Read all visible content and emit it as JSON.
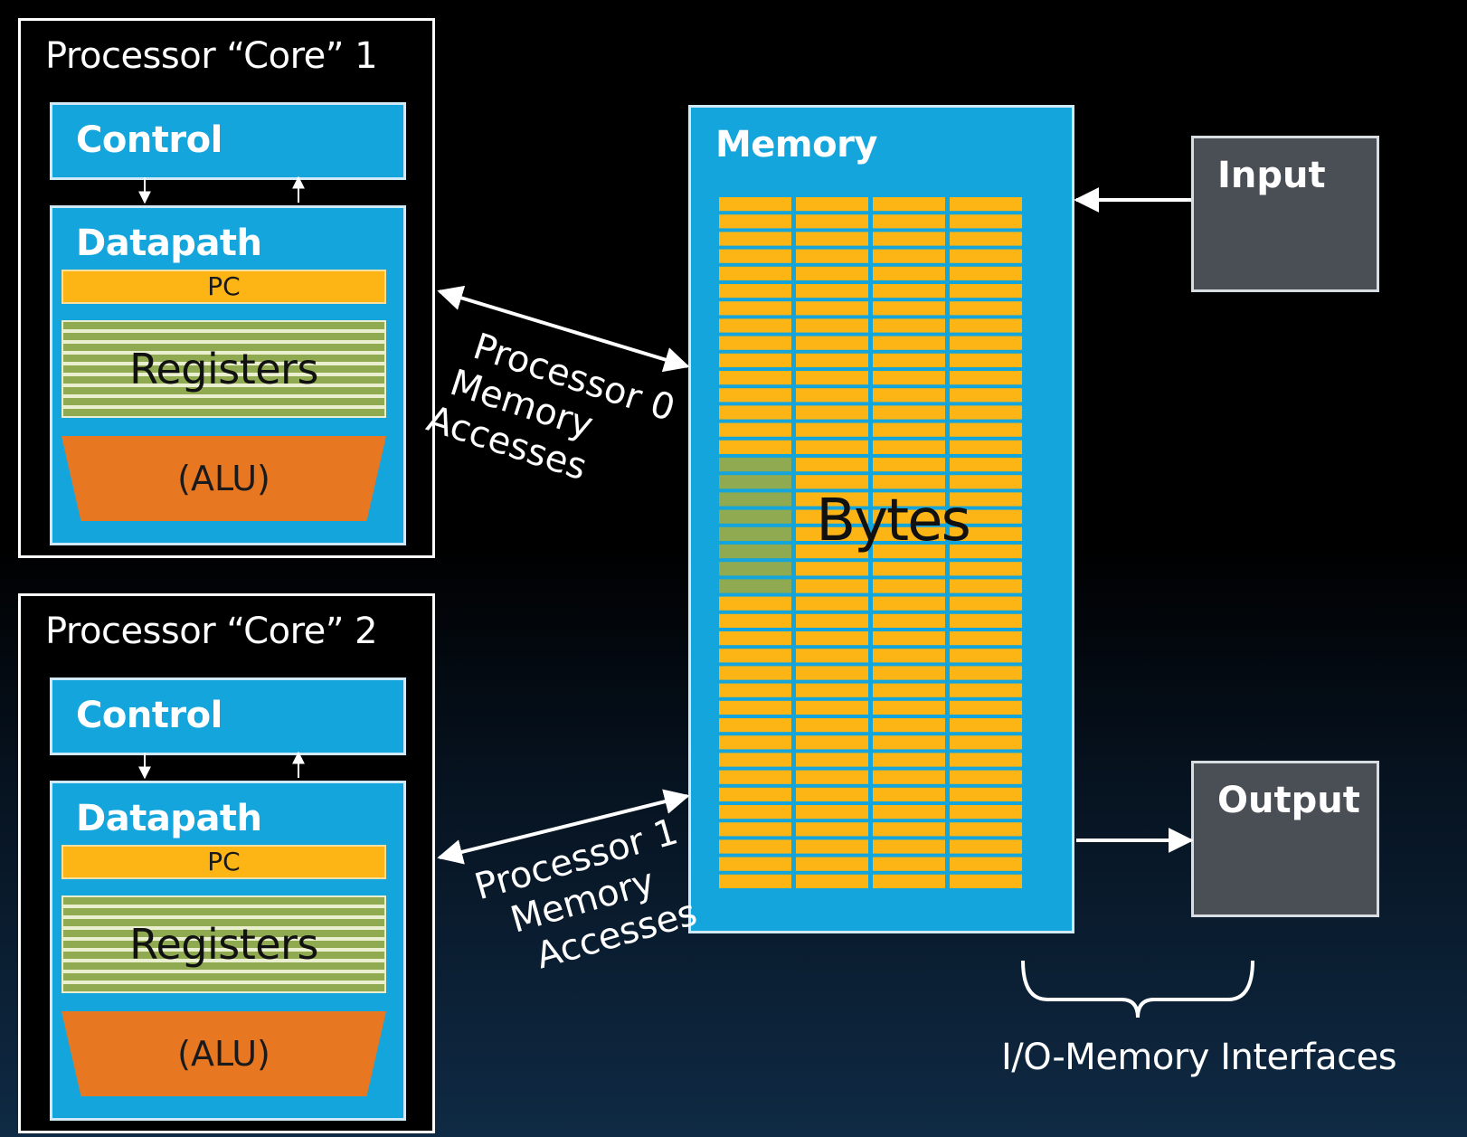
{
  "cores": [
    {
      "title": "Processor “Core” 1",
      "control": "Control",
      "datapath": "Datapath",
      "pc": "PC",
      "registers": "Registers",
      "alu": "(ALU)"
    },
    {
      "title": "Processor “Core” 2",
      "control": "Control",
      "datapath": "Datapath",
      "pc": "PC",
      "registers": "Registers",
      "alu": "(ALU)"
    }
  ],
  "memory": {
    "title": "Memory",
    "bytes": "Bytes"
  },
  "io": {
    "input": "Input",
    "output": "Output",
    "interfaces": "I/O-Memory Interfaces"
  },
  "accesses": [
    {
      "line1": "Processor 0",
      "line2": "Memory",
      "line3": "Accesses"
    },
    {
      "line1": "Processor 1",
      "line2": "Memory",
      "line3": "Accesses"
    }
  ],
  "colors": {
    "blue": "#14a5dd",
    "orange_byte": "#fdb515",
    "green_reg": "#8faa50",
    "alu": "#e87722",
    "io_box": "#4a4f56"
  }
}
